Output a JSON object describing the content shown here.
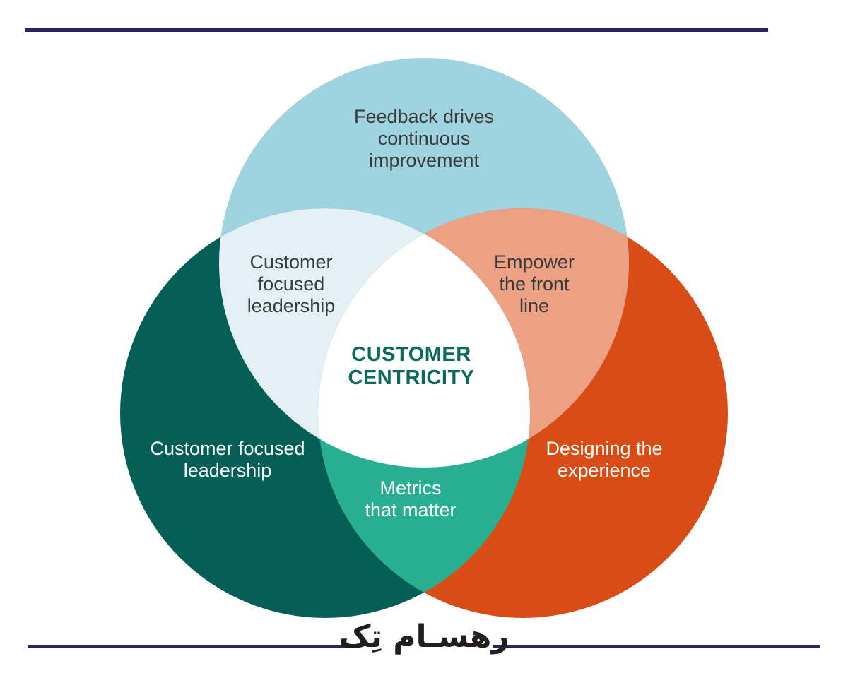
{
  "page": {
    "background": "#ffffff",
    "rule_color": "#272264"
  },
  "venn": {
    "center_label": {
      "text": "CUSTOMER\nCENTRICITY",
      "color": "#0a6a5e"
    },
    "center_fill": "#ffffff",
    "circles": [
      {
        "name": "feedback",
        "label": "Feedback drives\ncontinuous\nimprovement",
        "fill": "#9fd3e0",
        "label_color": "#3a3a3a"
      },
      {
        "name": "leadership",
        "label": "Customer focused\nleadership",
        "fill": "#065f56",
        "label_color": "#ffffff"
      },
      {
        "name": "experience",
        "label": "Designing the\nexperience",
        "fill": "#d84c16",
        "label_color": "#ffffff"
      }
    ],
    "overlaps": [
      {
        "name": "feedback-leadership",
        "label": "Customer\nfocused\nleadership",
        "fill": "#e3f0f6",
        "label_color": "#3a3a3a"
      },
      {
        "name": "feedback-experience",
        "label": "Empower\nthe front\nline",
        "fill": "#eca184",
        "label_color": "#3a3a3a"
      },
      {
        "name": "leadership-experience",
        "label": "Metrics\nthat matter",
        "fill": "#28ae91",
        "label_color": "#ffffff"
      }
    ]
  },
  "footer": {
    "logo_text": "رهسـام تِک",
    "logo_color": "#221e1f"
  }
}
